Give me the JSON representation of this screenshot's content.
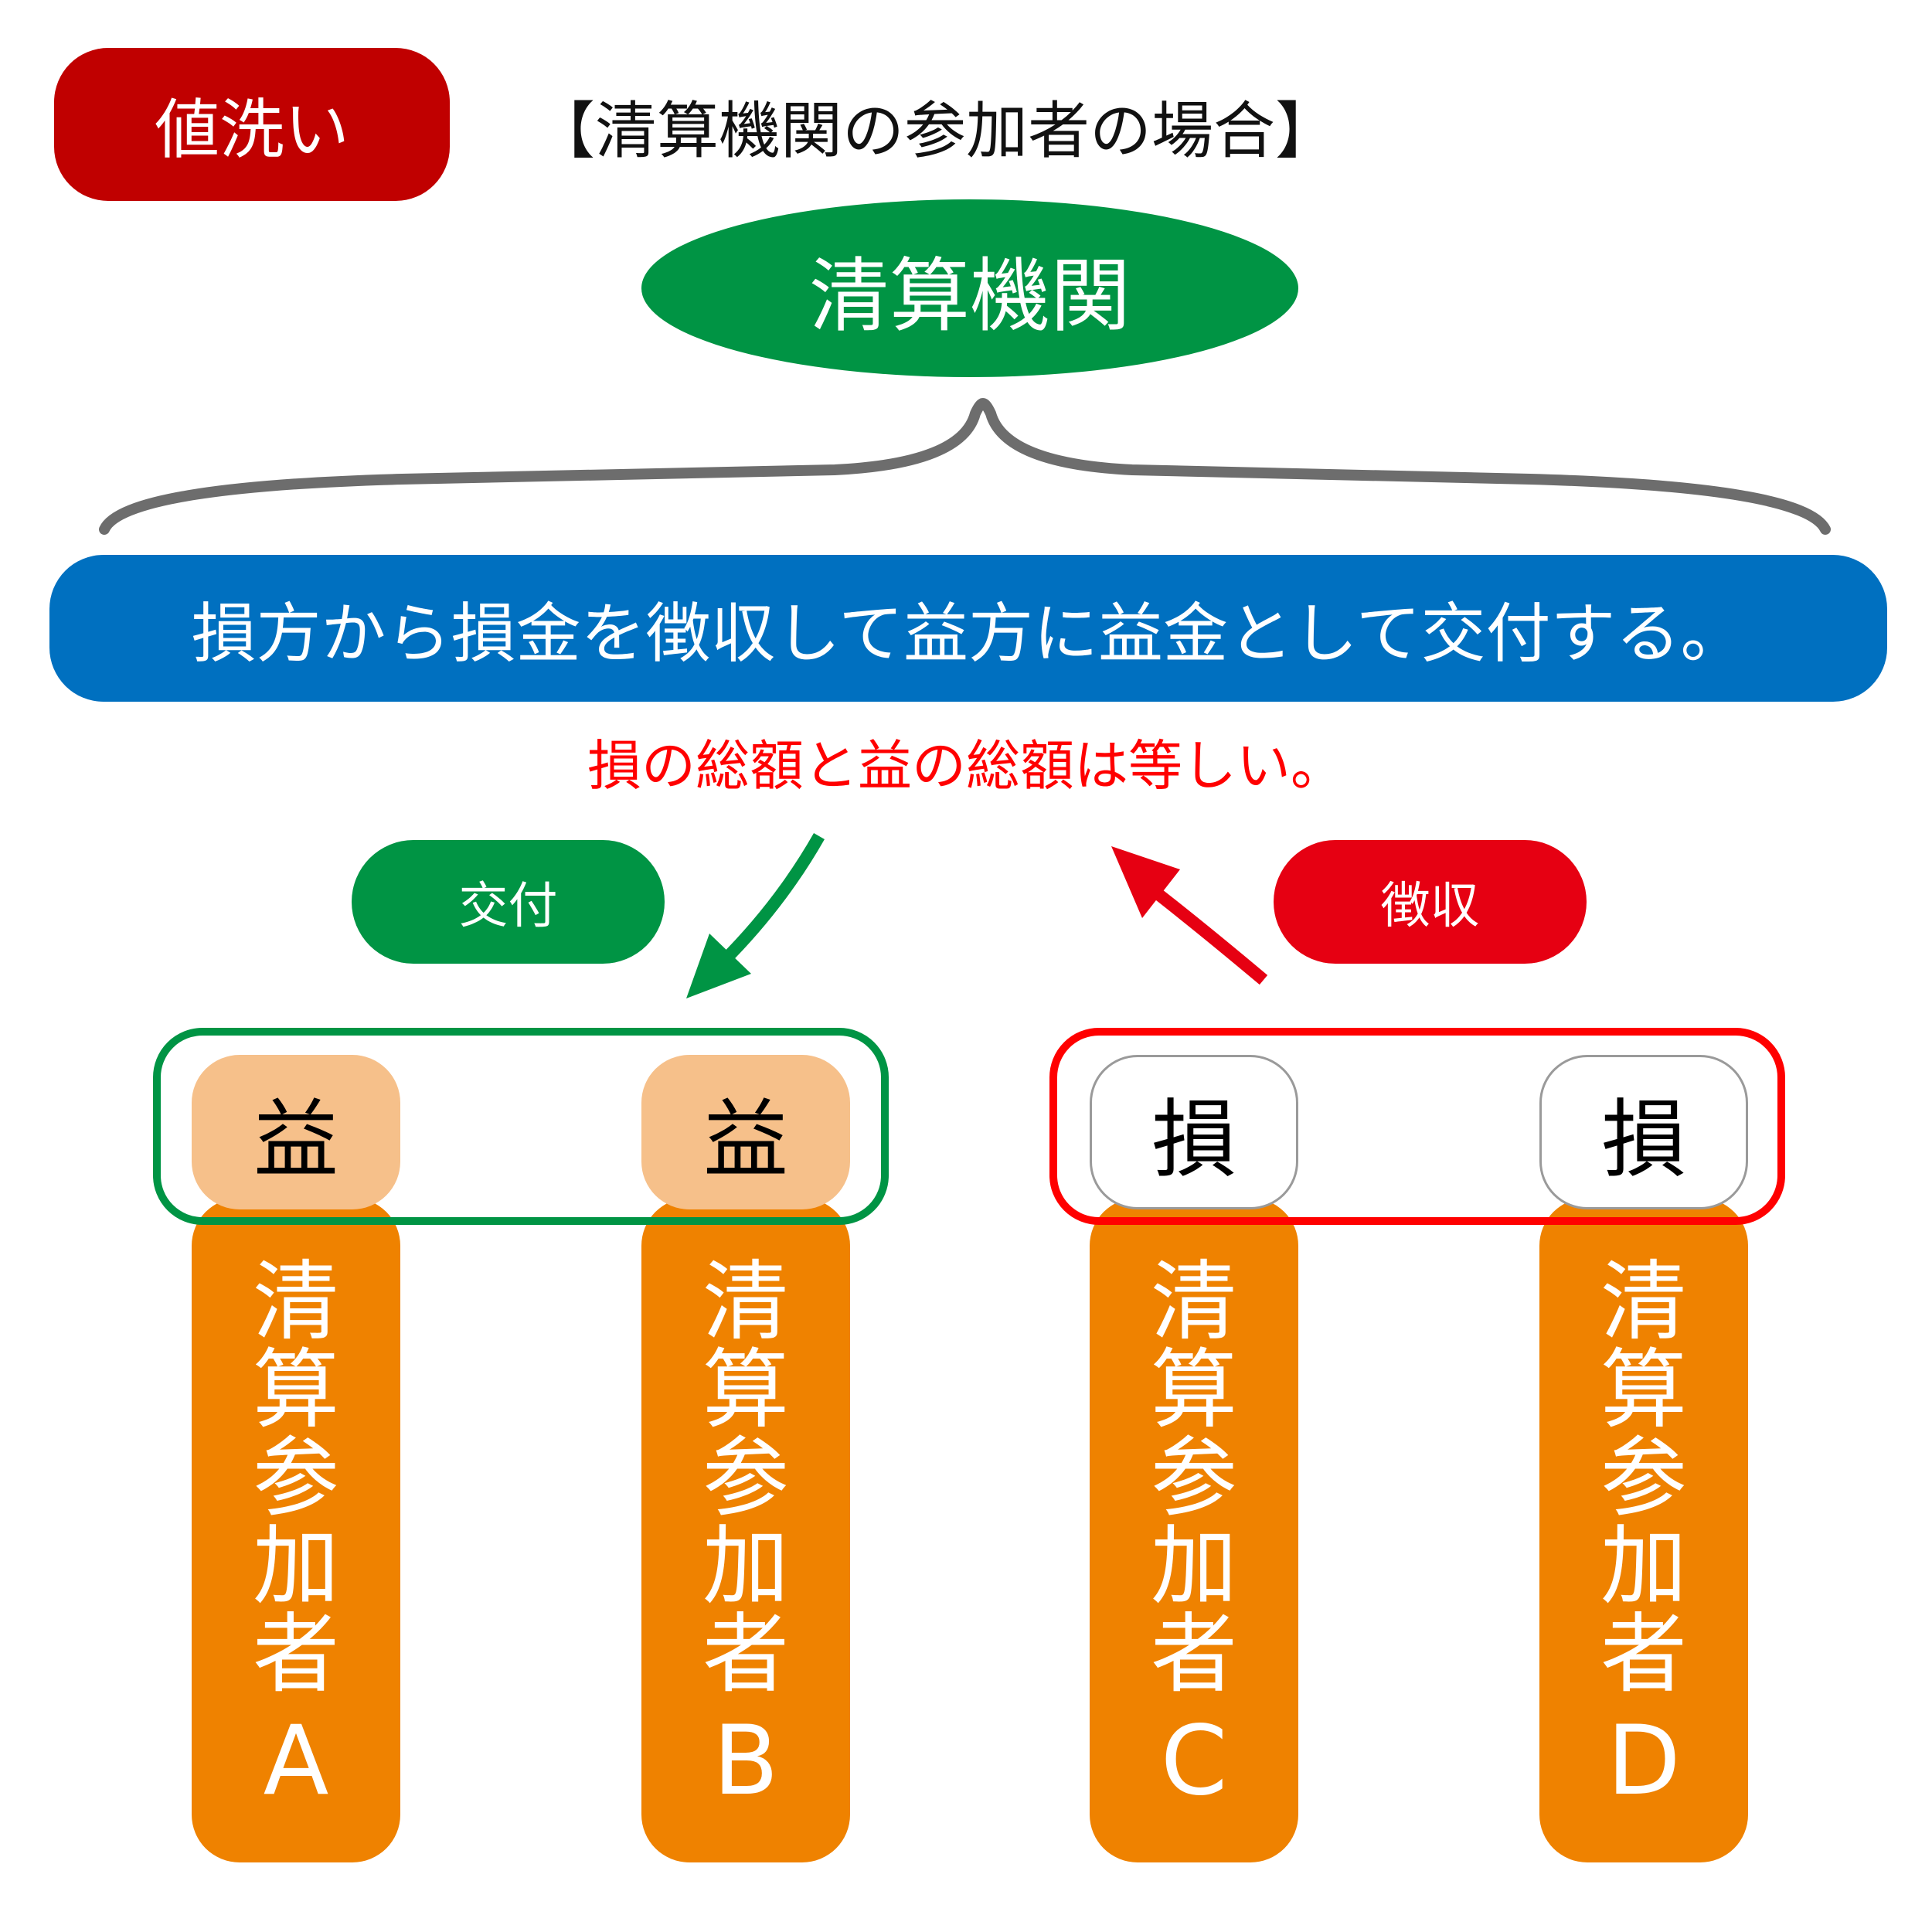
{
  "tag": {
    "label": "値洗い",
    "color": "#c00000"
  },
  "heading": "【清算機関の参加者の場合】",
  "center_node": {
    "label": "清算機関",
    "color": "#009444"
  },
  "rule": {
    "text": "損方から損金を徴収して益方に益金として交付する。",
    "color": "#0070c0"
  },
  "note": {
    "text": "損の総額と益の総額は等しい。",
    "color": "#ff0000"
  },
  "actions": {
    "pay": {
      "label": "交付",
      "color": "#009444"
    },
    "collect": {
      "label": "徴収",
      "color": "#e60012"
    }
  },
  "participants": [
    {
      "status": "益",
      "name": [
        "清",
        "算",
        "参",
        "加",
        "者"
      ],
      "letter": "A"
    },
    {
      "status": "益",
      "name": [
        "清",
        "算",
        "参",
        "加",
        "者"
      ],
      "letter": "B"
    },
    {
      "status": "損",
      "name": [
        "清",
        "算",
        "参",
        "加",
        "者"
      ],
      "letter": "C"
    },
    {
      "status": "損",
      "name": [
        "清",
        "算",
        "参",
        "加",
        "者"
      ],
      "letter": "D"
    }
  ],
  "colors": {
    "brace": "#6d6d6d",
    "gain_group": "#009444",
    "loss_group": "#ff0000",
    "participant": "#ef8200",
    "gain_cell": "#f6c08a"
  }
}
